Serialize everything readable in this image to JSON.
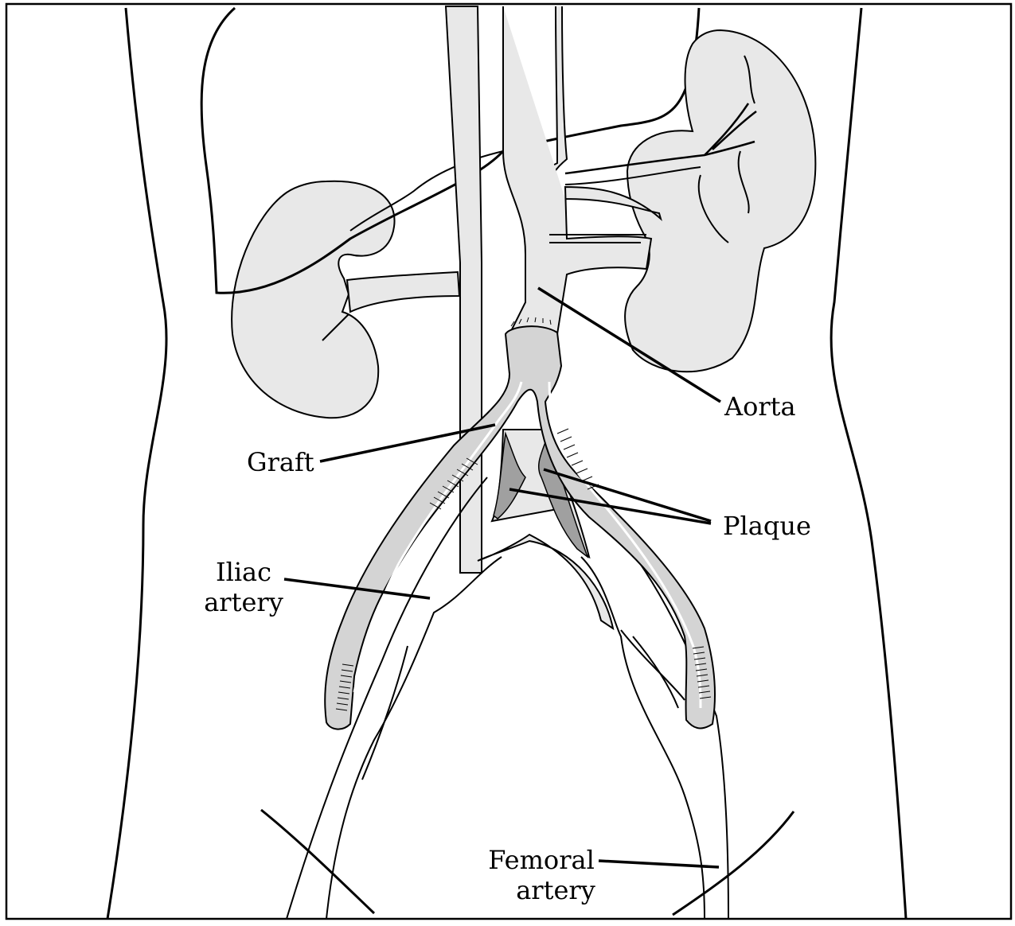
{
  "labels": {
    "aorta": "Aorta",
    "graft": "Graft",
    "plaque": "Plaque",
    "iliac_line1": "Iliac",
    "iliac_line2": "artery",
    "femoral_line1": "Femoral",
    "femoral_line2": "artery"
  },
  "colors": {
    "outline": "#000000",
    "organ_fill": "#e8e8e8",
    "graft_fill": "#d4d4d4",
    "plaque_fill": "#a0a0a0",
    "background": "#ffffff"
  }
}
